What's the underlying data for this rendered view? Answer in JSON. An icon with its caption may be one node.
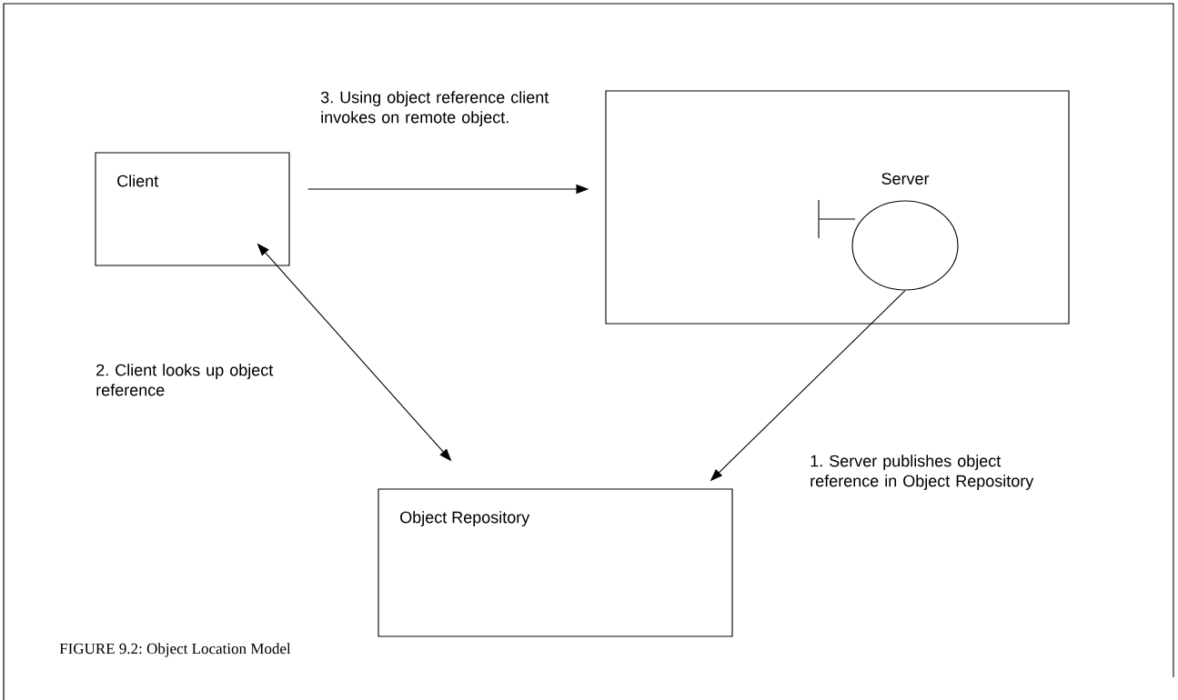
{
  "diagram": {
    "caption": "FIGURE 9.2: Object Location Model",
    "nodes": [
      {
        "text": [
          "Client"
        ]
      },
      {
        "text": [],
        "shape": "box"
      },
      {
        "text": [
          "Server"
        ],
        "in": 1
      },
      {
        "text": [
          "Object Repository"
        ]
      }
    ],
    "edges": [
      {
        "from": 0,
        "to": 1,
        "arrow": "to",
        "label": "3. Using object reference client invokes on remote object."
      },
      {
        "from": 0,
        "to": 3,
        "arrow": "both",
        "label": "2. Client looks up object reference"
      },
      {
        "from": 2,
        "to": 3,
        "arrow": "to",
        "label": "1. Server publishes object reference in Object Repository"
      }
    ]
  }
}
